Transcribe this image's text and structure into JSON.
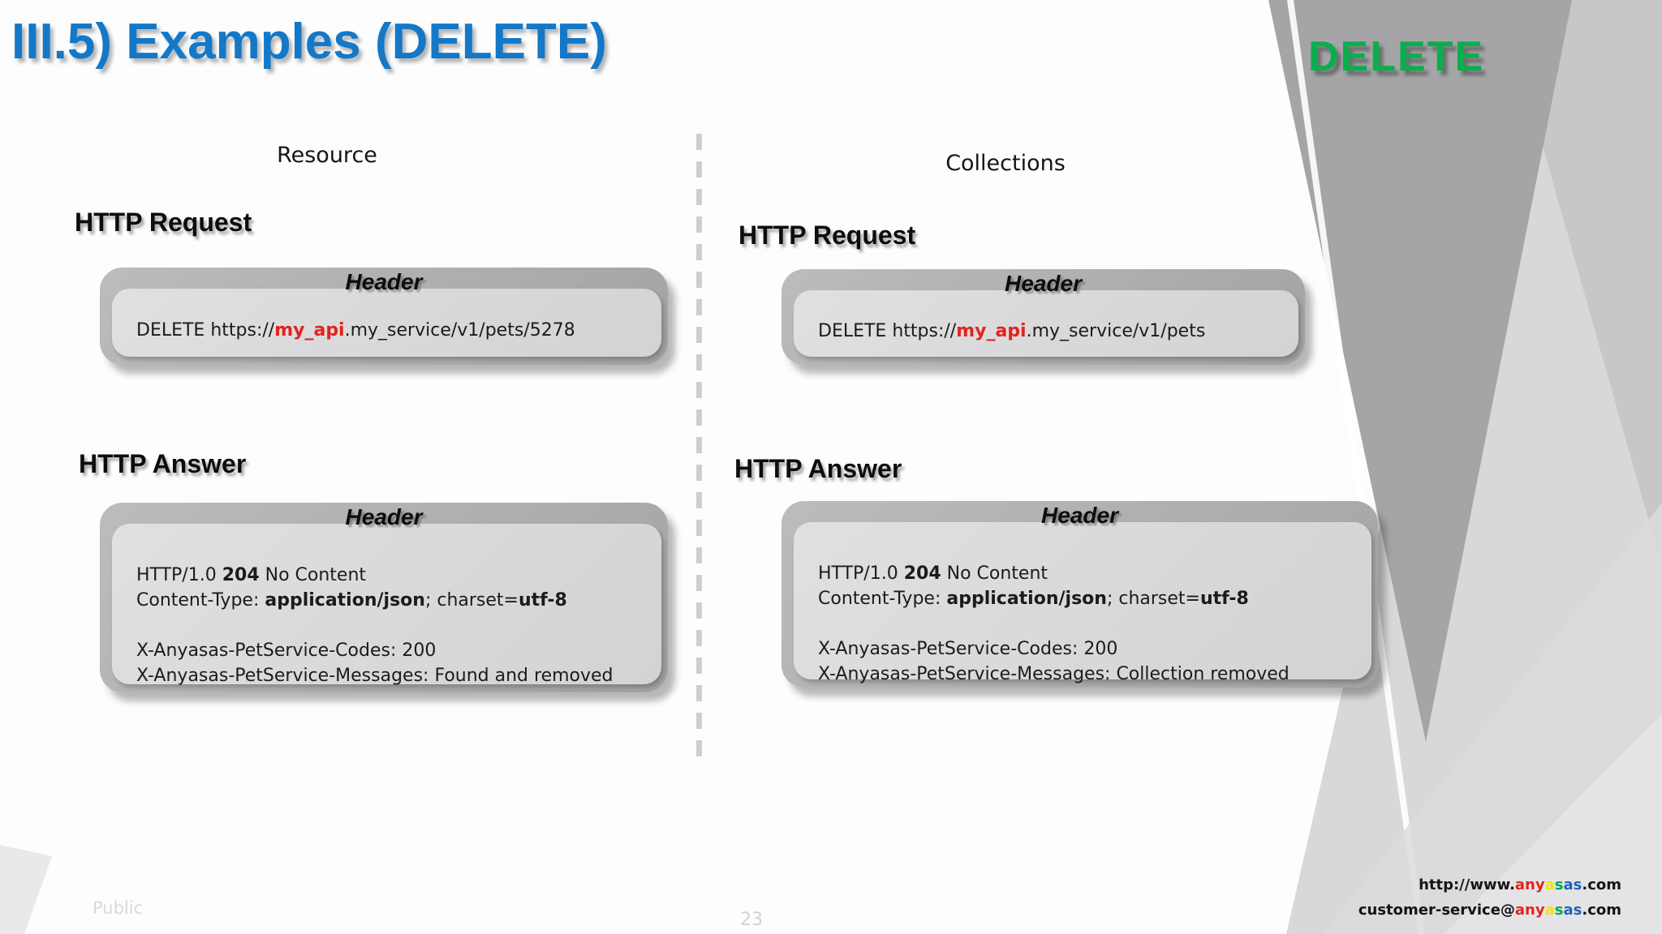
{
  "slide": {
    "title": "III.5) Examples (DELETE)",
    "method_tag": "DELETE",
    "colors": {
      "title_blue": "#1478c8",
      "method_green": "#0bae4e",
      "highlight_red": "#e3231b"
    },
    "columns": [
      {
        "label": "Resource",
        "request": {
          "heading": "HTTP Request",
          "box_title": "Header",
          "line": [
            {
              "text": "DELETE https://"
            },
            {
              "text": "my_api",
              "color": "#e3231b",
              "bold": true
            },
            {
              "text": ".my_service/v1/pets/5278"
            }
          ]
        },
        "answer": {
          "heading": "HTTP Answer",
          "box_title": "Header",
          "lines": [
            [
              {
                "text": "HTTP/1.0 "
              },
              {
                "text": "204",
                "bold": true
              },
              {
                "text": " No Content"
              }
            ],
            [
              {
                "text": "Content-Type: "
              },
              {
                "text": "application/json",
                "bold": true
              },
              {
                "text": "; charset="
              },
              {
                "text": "utf-8",
                "bold": true
              }
            ],
            [],
            [
              {
                "text": "X-Anyasas-PetService-Codes: 200"
              }
            ],
            [
              {
                "text": "X-Anyasas-PetService-Messages: Found and removed"
              }
            ]
          ]
        }
      },
      {
        "label": "Collections",
        "request": {
          "heading": "HTTP Request",
          "box_title": "Header",
          "line": [
            {
              "text": "DELETE https://"
            },
            {
              "text": "my_api",
              "color": "#e3231b",
              "bold": true
            },
            {
              "text": ".my_service/v1/pets"
            }
          ]
        },
        "answer": {
          "heading": "HTTP Answer",
          "box_title": "Header",
          "lines": [
            [
              {
                "text": "HTTP/1.0 "
              },
              {
                "text": "204",
                "bold": true
              },
              {
                "text": " No Content"
              }
            ],
            [
              {
                "text": "Content-Type: "
              },
              {
                "text": "application/json",
                "bold": true
              },
              {
                "text": "; charset="
              },
              {
                "text": "utf-8",
                "bold": true
              }
            ],
            [],
            [
              {
                "text": "X-Anyasas-PetService-Codes: 200"
              }
            ],
            [
              {
                "text": "X-Anyasas-PetService-Messages: Collection removed"
              }
            ]
          ]
        }
      }
    ],
    "footer": {
      "classification": "Public",
      "page_number": "23",
      "website": [
        {
          "text": "http://www.",
          "color": "#141414"
        },
        {
          "text": "any",
          "color": "#e3231a"
        },
        {
          "text": "a",
          "color": "#efe600"
        },
        {
          "text": "s",
          "color": "#00a651"
        },
        {
          "text": "as",
          "color": "#1e63b5"
        },
        {
          "text": ".com",
          "color": "#141414"
        }
      ],
      "email": [
        {
          "text": "customer-service@",
          "color": "#141414"
        },
        {
          "text": "any",
          "color": "#e3231a"
        },
        {
          "text": "a",
          "color": "#efe600"
        },
        {
          "text": "s",
          "color": "#00a651"
        },
        {
          "text": "as",
          "color": "#1e63b5"
        },
        {
          "text": ".com",
          "color": "#141414"
        }
      ]
    }
  }
}
